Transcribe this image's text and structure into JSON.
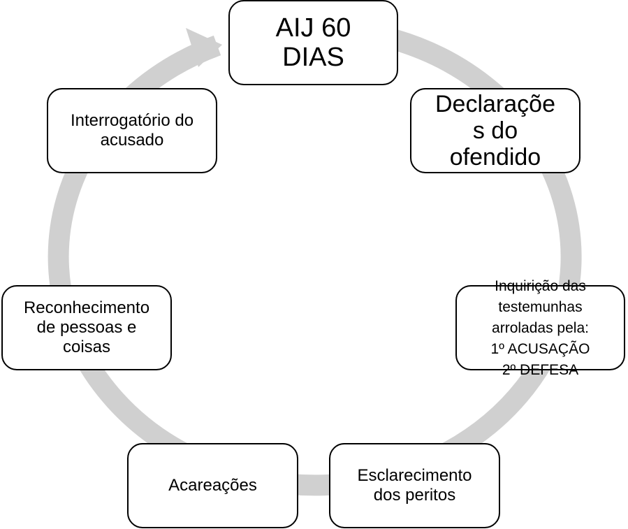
{
  "colors": {
    "ring": "#d0d0d0",
    "box_fill": "#ffffff",
    "box_border": "#000000",
    "text": "#000000"
  },
  "nodes": [
    {
      "lines": [
        "AIJ 60",
        "DIAS"
      ]
    },
    {
      "lines": [
        "Declaraçõe",
        "s do",
        "ofendido"
      ]
    },
    {
      "lines": [
        "Inquirição das",
        "testemunhas",
        "arroladas pela:",
        "1º ACUSAÇÃO",
        "2º DEFESA"
      ]
    },
    {
      "lines": [
        "Esclarecimento",
        "dos peritos"
      ]
    },
    {
      "lines": [
        "Acareações"
      ]
    },
    {
      "lines": [
        "Reconhecimento",
        "de pessoas e",
        "coisas"
      ]
    },
    {
      "lines": [
        "Interrogatório do",
        "acusado"
      ]
    }
  ]
}
